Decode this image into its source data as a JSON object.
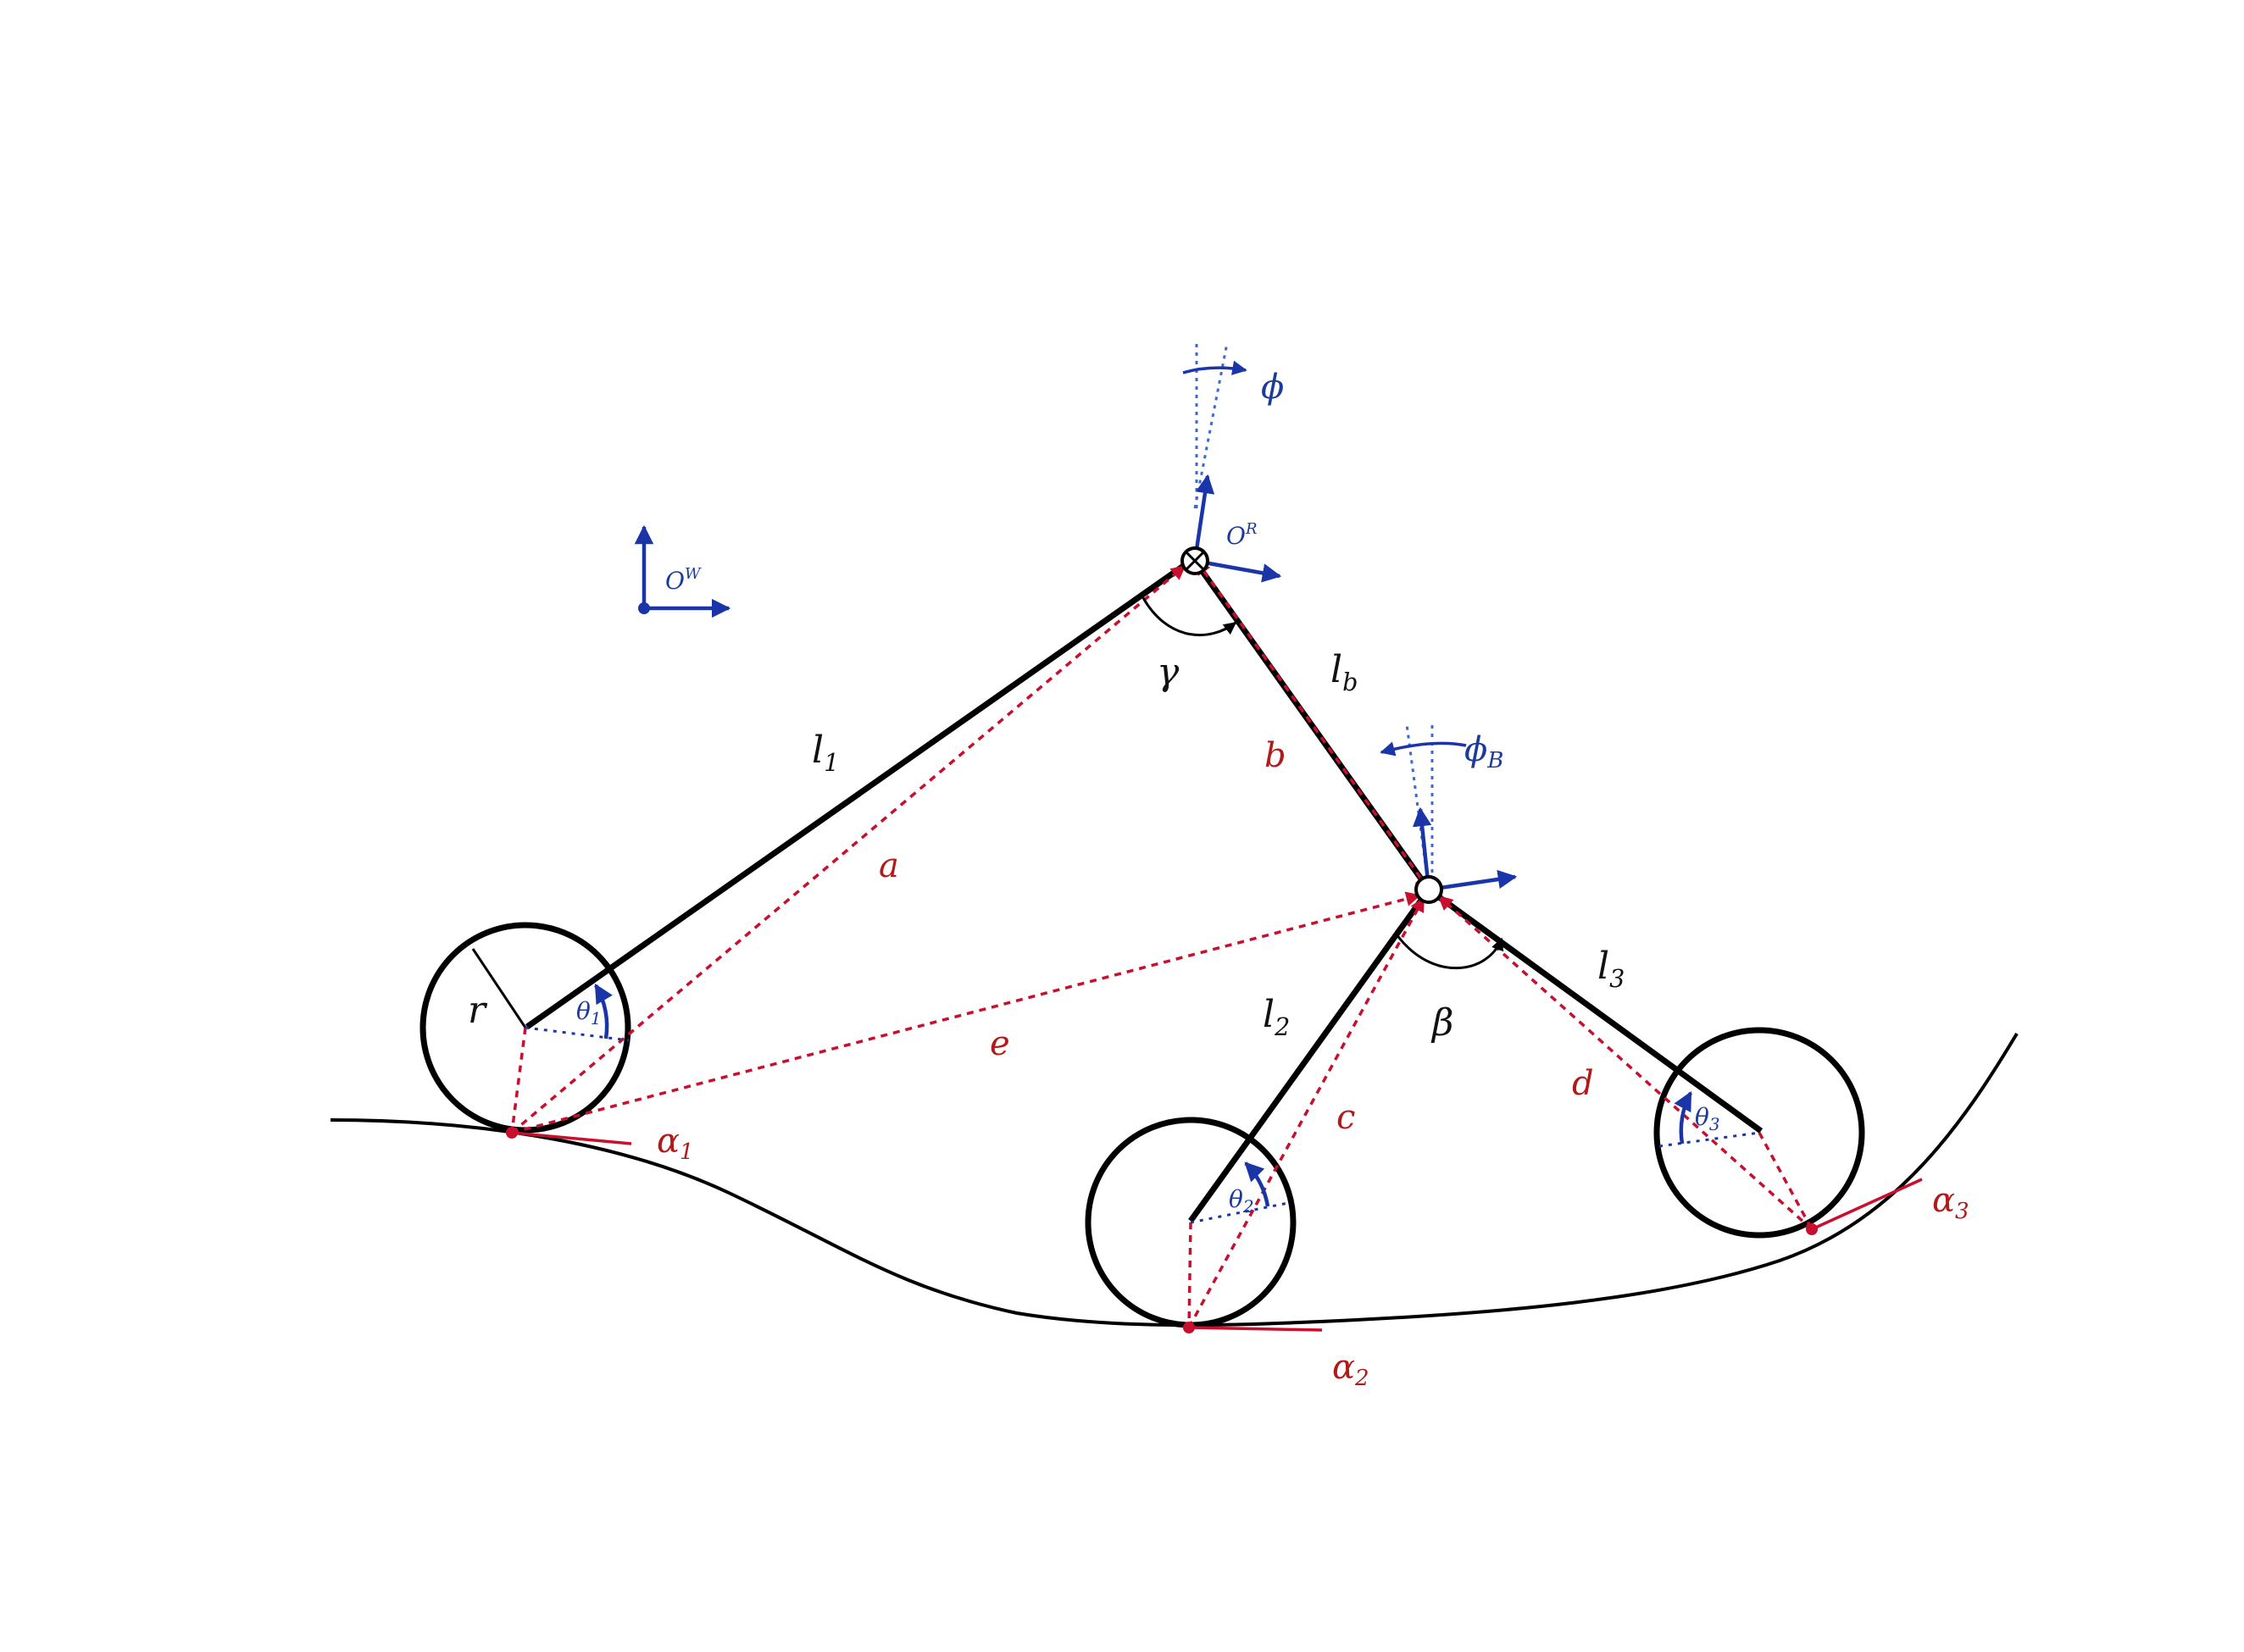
{
  "colors": {
    "structure": "#000000",
    "geometry_red": "#c8102e",
    "frame_blue": "#1a35a8"
  },
  "labels": {
    "l1": {
      "base": "l",
      "sub": "1"
    },
    "lb": {
      "base": "l",
      "sub": "b"
    },
    "l2": {
      "base": "l",
      "sub": "2"
    },
    "l3": {
      "base": "l",
      "sub": "3"
    },
    "a": "a",
    "b": "b",
    "c": "c",
    "d": "d",
    "e": "e",
    "r": "r",
    "gamma": "γ",
    "beta": "β",
    "phi": "ϕ",
    "phiB": {
      "base": "ϕ",
      "sub": "B"
    },
    "OW": {
      "base": "O",
      "sup": "W"
    },
    "OR": {
      "base": "O",
      "sup": "R"
    },
    "theta1": {
      "base": "θ",
      "sub": "1"
    },
    "theta2": {
      "base": "θ",
      "sub": "2"
    },
    "theta3": {
      "base": "θ",
      "sub": "3"
    },
    "alpha1": {
      "base": "α",
      "sub": "1"
    },
    "alpha2": {
      "base": "α",
      "sub": "2"
    },
    "alpha3": {
      "base": "α",
      "sub": "3"
    }
  }
}
